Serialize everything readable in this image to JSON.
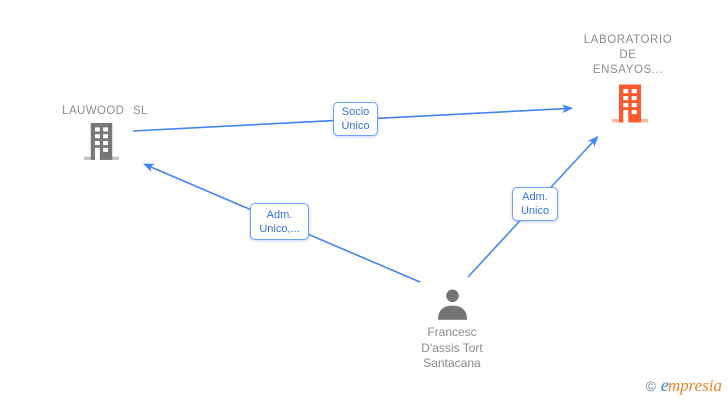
{
  "canvas": {
    "background": "#ffffff"
  },
  "colors": {
    "edge_blue": "#4285f4",
    "edge_label_border": "#6fa1f1",
    "edge_label_text": "#3273e3",
    "company_text": "#8c8c8c",
    "building_gray": "#787878",
    "building_orange": "#fc5a2d",
    "person_gray": "#757575",
    "logo_copyright": "#5c8196",
    "logo_e_blue": "#2f86d4",
    "logo_orange": "#e98225"
  },
  "nodes": {
    "company_left": {
      "label": "LAUWOOD SL",
      "icon": "building-icon"
    },
    "company_right": {
      "label_lines": [
        "LABORATORIO",
        "DE",
        "ENSAYOS..."
      ],
      "icon": "building-icon"
    },
    "person": {
      "label_lines": [
        "Francesc",
        "D'assis Tort",
        "Santacana"
      ],
      "icon": "person-icon"
    }
  },
  "edges": {
    "socio_unico": {
      "label_lines": [
        "Socio",
        "Único"
      ],
      "from": "company_left",
      "to": "company_right"
    },
    "adm_unico_left": {
      "label_lines": [
        "Adm.",
        "Unico,..."
      ],
      "from": "person",
      "to": "company_left"
    },
    "adm_unico_right": {
      "label_lines": [
        "Adm.",
        "Unico"
      ],
      "from": "person",
      "to": "company_right"
    }
  },
  "footer": {
    "copyright_symbol": "©",
    "brand_e": "e",
    "brand_rest": "mpresia"
  }
}
